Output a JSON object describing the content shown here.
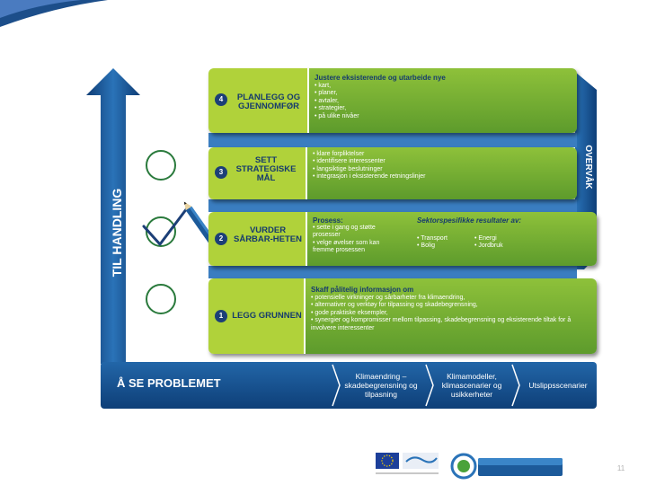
{
  "left_label": "TIL HANDLING",
  "right_label": "OVERVÅK",
  "steps": [
    {
      "number": "4",
      "title": "PLANLEGG OG GJENNOMFØR",
      "heading": "Justere eksisterende og utarbeide nye",
      "bullets": [
        "kart,",
        "planer,",
        "avtaler,",
        "strategier,",
        "på ulike nivåer"
      ]
    },
    {
      "number": "3",
      "title": "SETT STRATEGISKE MÅL",
      "heading": "",
      "bullets": [
        "klare forpliktelser",
        "identifisere interessenter",
        "langsiktige beslutninger",
        "integrasjon i eksisterende retningslinjer"
      ]
    },
    {
      "number": "2",
      "title": "VURDER SÅRBAR-HETEN",
      "heading": "Prosess:",
      "bullets": [
        "sette i gang og støtte prosesser",
        "velge øvelser som kan fremme prosessen"
      ],
      "heading2": "Sektorspesifikke resultater av:",
      "sectors": [
        "Transport",
        "Energi",
        "Bolig",
        "Jordbruk"
      ]
    },
    {
      "number": "1",
      "title": "LEGG GRUNNEN",
      "heading": "Skaff pålitelig informasjon om",
      "bullets": [
        "potensielle virkninger og sårbarheter fra klimaendring,",
        "alternativer og verktøy for tilpassing og skadebegrensning,",
        "gode praktiske eksempler,",
        "synergier og kompromisser mellom tilpassing, skadebegrensning og eksisterende tiltak for å involvere interessenter"
      ]
    }
  ],
  "bottom": {
    "title": "Å SE PROBLEMET",
    "items": [
      "Klimaendring – skadebegrensning og tilpasning",
      "Klimamodeller, klimascenarier og usikkerheter",
      "Utslippsscenarier"
    ]
  },
  "page_number": "11",
  "colors": {
    "green_dark": "#5d9b2c",
    "green_light": "#b0d23a",
    "blue": "#1c5a9a",
    "navy": "#163b6d"
  }
}
